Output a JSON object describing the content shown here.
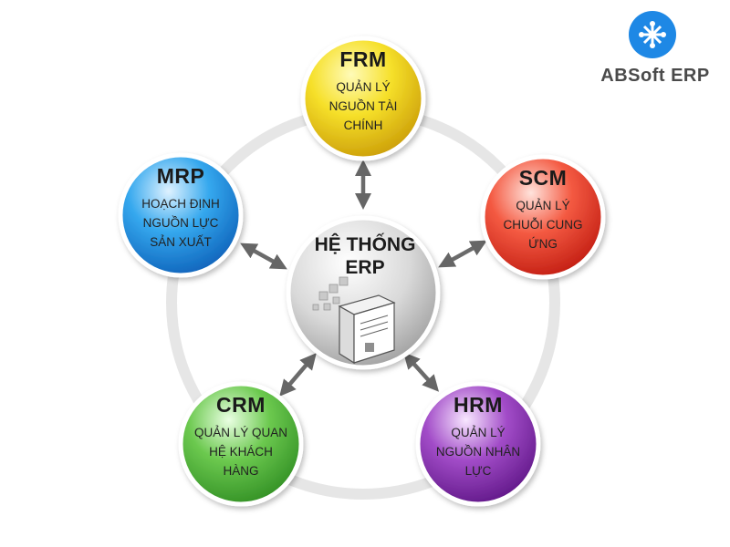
{
  "logo": {
    "text": "ABSoft ERP",
    "mark_color": "#1e88e5"
  },
  "center": {
    "title_line1": "HỆ THỐNG",
    "title_line2": "ERP",
    "icon": "server-icon"
  },
  "nodes": {
    "frm": {
      "title": "FRM",
      "desc": [
        "QUẢN LÝ",
        "NGUỒN TÀI",
        "CHÍNH"
      ],
      "color": "#f3d316"
    },
    "mrp": {
      "title": "MRP",
      "desc": [
        "HOẠCH ĐỊNH",
        "NGUỒN LỰC",
        "SẢN XUẤT"
      ],
      "color": "#1e9ee8"
    },
    "scm": {
      "title": "SCM",
      "desc": [
        "QUẢN LÝ",
        "CHUỖI CUNG",
        "ỨNG"
      ],
      "color": "#ee3b2c"
    },
    "crm": {
      "title": "CRM",
      "desc": [
        "QUẢN LÝ QUAN",
        "HỆ KHÁCH",
        "HÀNG"
      ],
      "color": "#4ab33e"
    },
    "hrm": {
      "title": "HRM",
      "desc": [
        "QUẢN LÝ",
        "NGUỒN NHÂN",
        "LỰC"
      ],
      "color": "#8a2bb0"
    }
  }
}
